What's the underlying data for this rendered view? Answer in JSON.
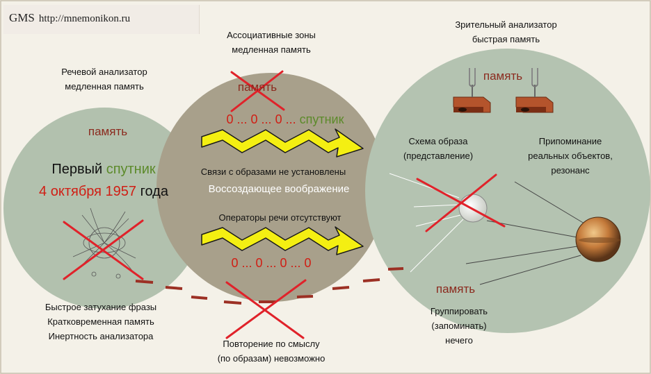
{
  "brand": {
    "name": "GMS",
    "url": "http://mnemonikon.ru"
  },
  "left": {
    "title_lines": [
      "Речевой анализатор",
      "медленная память"
    ],
    "memory": "память",
    "phrase": {
      "w1": "Первый",
      "w2": "спутник",
      "date": "4 октября 1957",
      "year_word": "года"
    },
    "bottom_lines": [
      "Быстрое затухание фразы",
      "Кратковременная память",
      "Инертность анализатора"
    ]
  },
  "middle": {
    "title_lines": [
      "Ассоциативные зоны",
      "медленная память"
    ],
    "crossed_word": "память",
    "top_row": {
      "zeros": "0 ... 0 ... 0 ...",
      "word": "спутник"
    },
    "links_text": "Связи с образами не установлены",
    "imagination": "Воссоздающее воображение",
    "operators_text": "Операторы речи отсутствуют",
    "bottom_row": "0 ... 0 ... 0 ... 0",
    "bottom_lines": [
      "Повторение по смыслу",
      "(по образам) невозможно"
    ]
  },
  "right": {
    "title_lines": [
      "Зрительный анализатор",
      "быстрая память"
    ],
    "memory_top": "память",
    "scheme_lines": [
      "Схема образа",
      "(представление)"
    ],
    "recall_lines": [
      "Припоминание",
      "реальных объектов,",
      "резонанс"
    ],
    "memory_bottom": "память",
    "group_lines": [
      "Группировать",
      "(запоминать)",
      "нечего"
    ]
  },
  "colors": {
    "background": "#f4f1e8",
    "left_circle": "#b2c1ae",
    "middle_circle": "#a8a08b",
    "right_circle": "#b4c3b1",
    "arrow_fill": "#f4ef12",
    "cross": "#e0222a",
    "dash": "#9c3024"
  }
}
